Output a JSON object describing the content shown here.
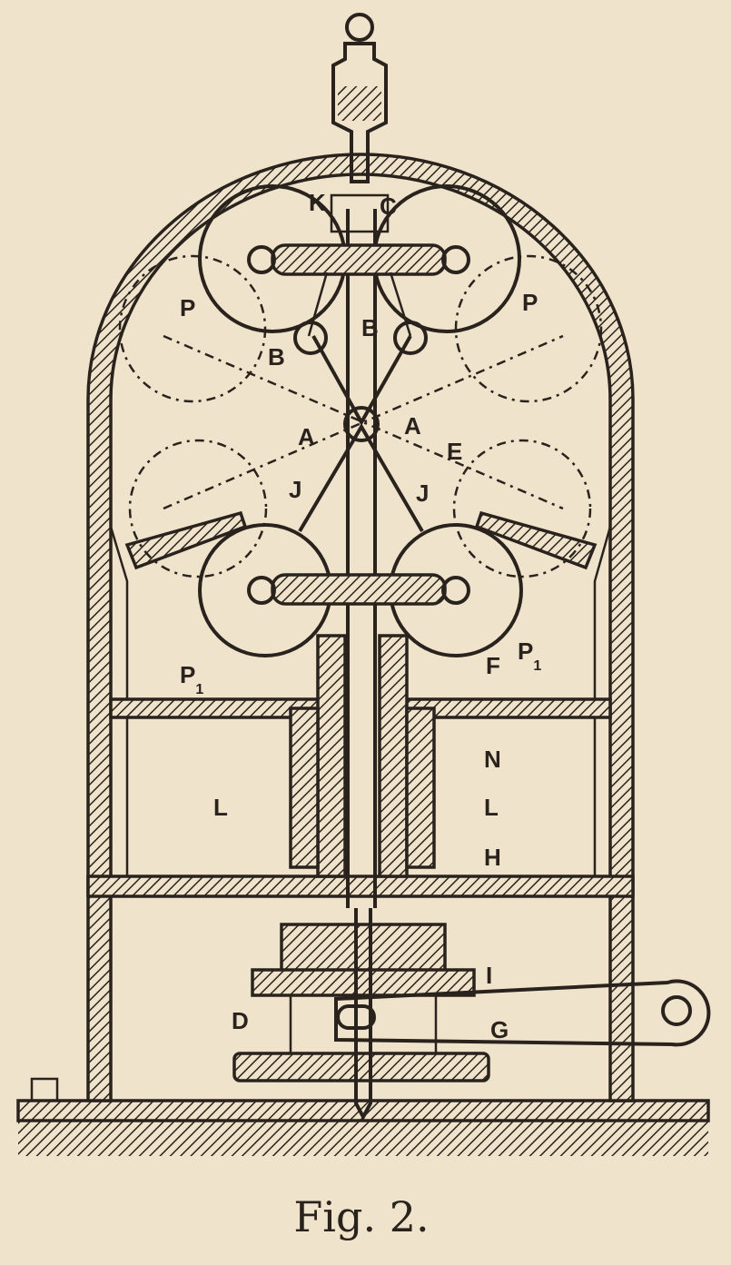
{
  "figure": {
    "caption": "Fig. 2.",
    "labels": {
      "k": "K",
      "c": "C",
      "p_left": "P",
      "p_right": "P",
      "b_left": "B",
      "b_center": "B",
      "a_left": "A",
      "a_right": "A",
      "e": "E",
      "j_left": "J",
      "j_right": "J",
      "p1_left": "P",
      "p1_right": "P",
      "p1_sub": "1",
      "f": "F",
      "n": "N",
      "l_left": "L",
      "l_right": "L",
      "h": "H",
      "i": "I",
      "d": "D",
      "g": "G"
    }
  },
  "colors": {
    "paper": "#efe3cb",
    "ink": "#2a231d"
  }
}
